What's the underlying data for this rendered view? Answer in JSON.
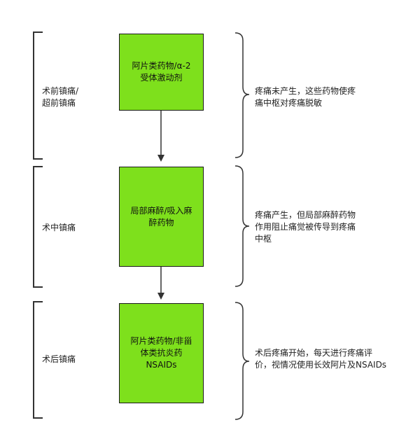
{
  "stages": [
    {
      "label_lines": [
        "术前镇痛/",
        "超前镇痛"
      ],
      "box_lines": [
        "阿片类药物/α-2",
        "受体激动剂"
      ],
      "note_lines": [
        "疼痛未产生，这些药物使疼",
        "痛中枢对疼痛脱敏"
      ]
    },
    {
      "label_lines": [
        "术中镇痛"
      ],
      "box_lines": [
        "局部麻醉/吸入麻",
        "醉药物"
      ],
      "note_lines": [
        "疼痛产生，但局部麻醉药物",
        "作用阻止痛觉被传导到疼痛",
        "中枢"
      ]
    },
    {
      "label_lines": [
        "术后镇痛"
      ],
      "box_lines": [
        "阿片类药物/非甾",
        "体类抗炎药",
        "NSAIDs"
      ],
      "note_lines": [
        "术后疼痛开始，每天进行疼痛评",
        "价，视情况使用长效阿片及NSAIDs"
      ]
    }
  ],
  "colors": {
    "box_fill": "#7ee01c",
    "line": "#333333"
  }
}
